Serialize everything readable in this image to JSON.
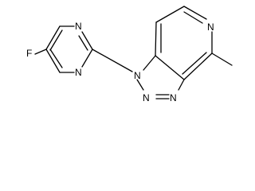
{
  "molecule": {
    "atoms": {
      "fluorine": "F",
      "pyrimidine_n_upper": "N",
      "pyrimidine_n_lower": "N",
      "triazole_n1": "N",
      "triazole_n2": "N",
      "triazole_n3": "N",
      "pyridine_n": "N"
    },
    "colors": {
      "bond": "#000000",
      "label": "#000000",
      "background": "#ffffff"
    }
  }
}
